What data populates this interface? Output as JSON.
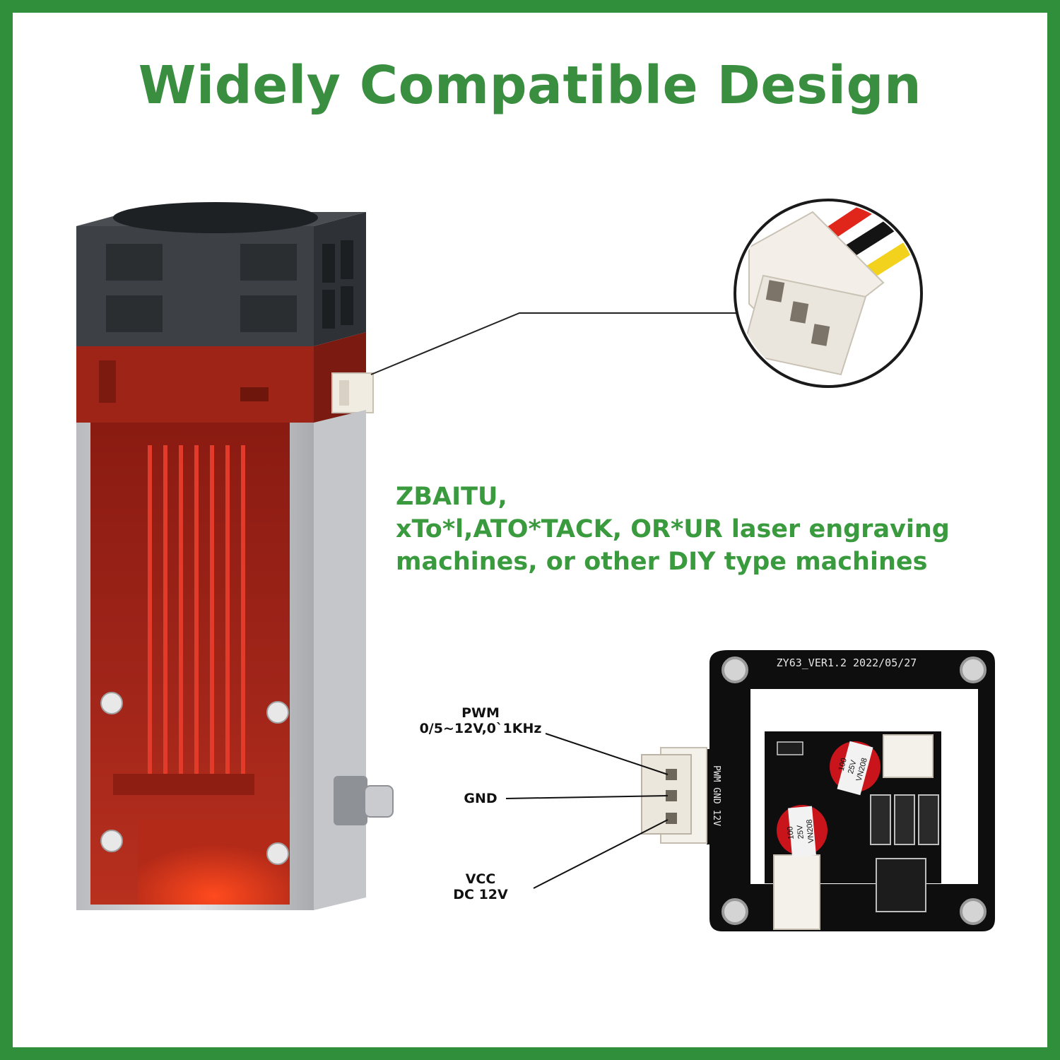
{
  "title": "Widely Compatible Design",
  "description": {
    "line1": "ZBAITU,",
    "line2": "xTo*l,ATO*TACK, OR*UR laser engraving",
    "line3": "machines, or other DIY type machines"
  },
  "pins": {
    "pwm_name": "PWM",
    "pwm_spec": "0/5~12V,0`1KHz",
    "gnd_name": "GND",
    "vcc_name": "VCC",
    "vcc_spec": "DC 12V"
  },
  "board": {
    "silkscreen": "ZY63_VER1.2  2022/05/27",
    "pin_silk": "PWM GND 12V",
    "cap1": [
      "100",
      "25V",
      "VN208"
    ],
    "cap2": [
      "100",
      "25V",
      "VN208"
    ]
  },
  "colors": {
    "border": "#2f8f3a",
    "title": "#3a8e3f",
    "desc": "#3a9a3e"
  }
}
